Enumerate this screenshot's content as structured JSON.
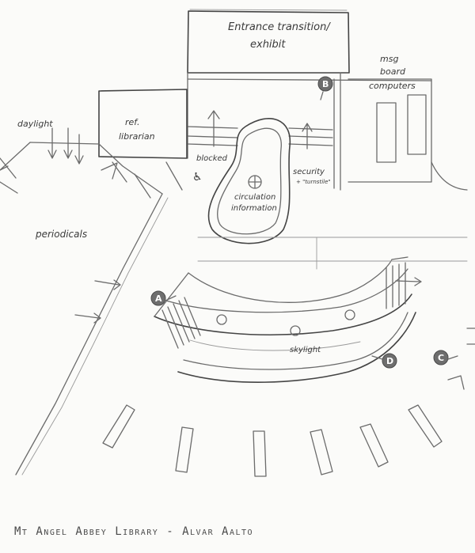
{
  "labels": {
    "entrance": [
      "Entrance transition/",
      "exhibit"
    ],
    "msg_board": [
      "msg",
      "board"
    ],
    "computers": "computers",
    "ref_librarian": [
      "ref.",
      "librarian"
    ],
    "daylight": "daylight",
    "blocked": "blocked",
    "security": [
      "security",
      "+ \"turnstile\""
    ],
    "circulation": [
      "circulation",
      "information"
    ],
    "periodicals": "periodicals",
    "skylight": "skylight",
    "wheelchair_symbol": "♿"
  },
  "markers": [
    {
      "id": "A"
    },
    {
      "id": "B"
    },
    {
      "id": "C"
    },
    {
      "id": "D"
    }
  ],
  "caption": "Mt Angel Abbey Library - Alvar Aalto",
  "colors": {
    "pencil": "#6b6b6b",
    "paper": "#fbfbf9",
    "marker": "#6e6e6e"
  }
}
